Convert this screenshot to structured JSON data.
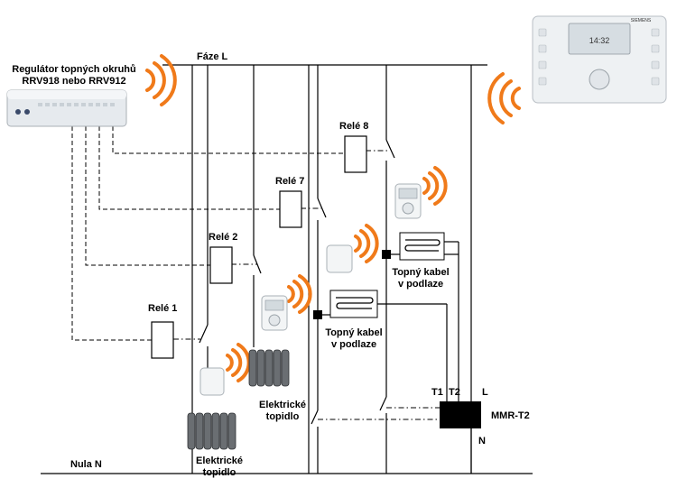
{
  "title_lines": [
    "Regulátor topných okruhů",
    "RRV918 nebo RRV912"
  ],
  "phase_label": "Fáze  L",
  "neutral_label": "Nula  N",
  "relays": [
    {
      "id": "rele1",
      "label": "Relé 1"
    },
    {
      "id": "rele2",
      "label": "Relé 2"
    },
    {
      "id": "rele7",
      "label": "Relé 7"
    },
    {
      "id": "rele8",
      "label": "Relé 8"
    }
  ],
  "heater_labels": [
    {
      "line1": "Elektrické",
      "line2": "topidlo"
    },
    {
      "line1": "Elektrické",
      "line2": "topidlo"
    }
  ],
  "floor_cable_labels": [
    {
      "line1": "Topný kabel",
      "line2": "v podlaze"
    },
    {
      "line1": "Topný kabel",
      "line2": "v podlaze"
    }
  ],
  "mmr": {
    "name": "MMR-T2",
    "t1": "T1",
    "t2": "T2",
    "l": "L",
    "n": "N"
  },
  "device_display": {
    "brand": "SIEMENS",
    "time": "14:32"
  },
  "colors": {
    "wave": "#f07a1a",
    "line": "#000000",
    "device": "#e8ecef"
  }
}
